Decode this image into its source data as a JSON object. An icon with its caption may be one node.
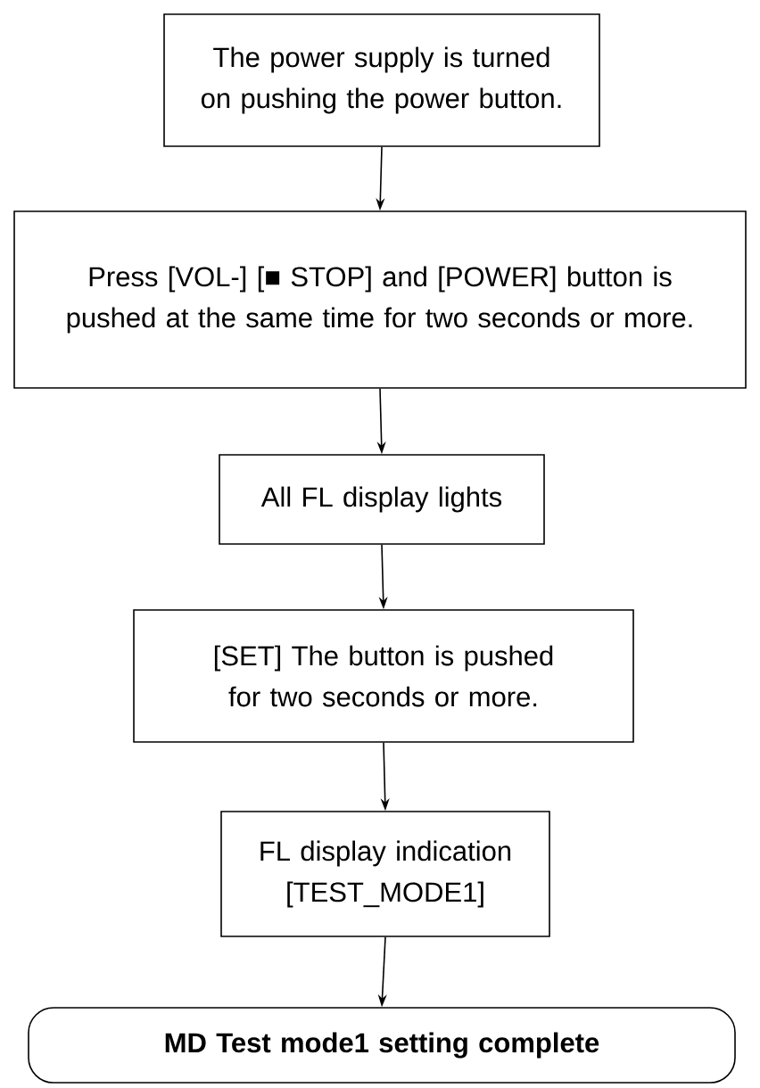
{
  "diagram": {
    "nodes": [
      {
        "text": [
          "The power supply is turned on pushing the power button."
        ]
      },
      {
        "text": [
          "Press [VOL-] [■ STOP] and [POWER] button is pushed at the same time for two seconds or more."
        ]
      },
      {
        "text": [
          "All FL display lights"
        ]
      },
      {
        "text": [
          "[SET] The button is pushed for two seconds or more."
        ]
      },
      {
        "text": [
          "FL display indication [TEST_MODE1]"
        ]
      },
      {
        "text": [
          "**MD Test mode1 setting complete**"
        ]
      }
    ],
    "edges": [
      {
        "from": 0,
        "to": 1,
        "arrow": "to"
      },
      {
        "from": 1,
        "to": 2,
        "arrow": "to"
      },
      {
        "from": 2,
        "to": 3,
        "arrow": "to"
      },
      {
        "from": 3,
        "to": 4,
        "arrow": "to"
      },
      {
        "from": 4,
        "to": 5,
        "arrow": "to"
      }
    ]
  }
}
